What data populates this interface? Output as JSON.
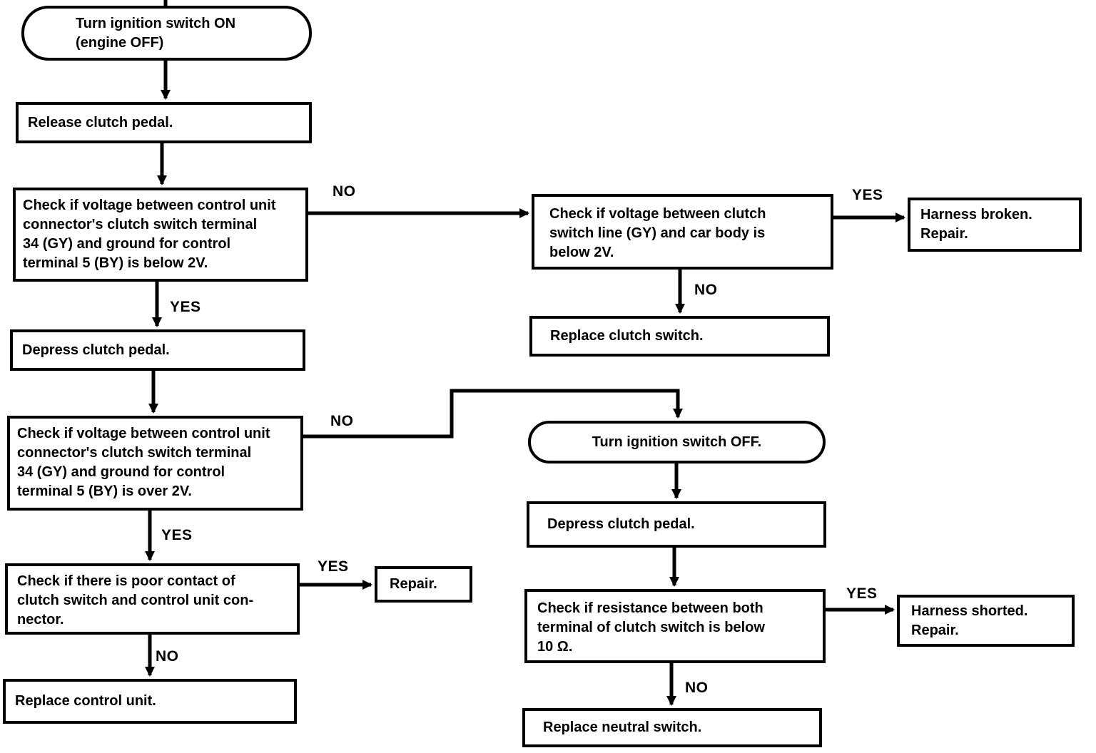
{
  "labels": {
    "yes": "YES",
    "no": "NO"
  },
  "nodes": {
    "start": "Turn ignition switch ON\n(engine OFF)",
    "release_pedal": "Release clutch pedal.",
    "check_voltage_below": "Check if voltage between control unit\nconnector's clutch switch terminal\n34 (GY) and ground for control\nterminal 5 (BY) is below 2V.",
    "depress_pedal_left": "Depress clutch pedal.",
    "check_voltage_over": "Check if voltage between control unit\nconnector's clutch switch terminal\n34 (GY) and ground for control\nterminal 5 (BY) is over 2V.",
    "check_poor_contact": "Check if there is poor contact of\nclutch switch and control unit con-\nnector.",
    "repair": "Repair.",
    "replace_control_unit": "Replace control unit.",
    "check_clutch_line": "Check if voltage between clutch\nswitch line (GY) and car body is\nbelow 2V.",
    "harness_broken": "Harness broken.\nRepair.",
    "replace_clutch_switch": "Replace clutch switch.",
    "ignition_off": "Turn ignition switch OFF.",
    "depress_pedal_right": "Depress clutch pedal.",
    "check_resistance": "Check if resistance between both\nterminal of clutch switch is below\n10 Ω.",
    "harness_shorted": "Harness shorted.\nRepair.",
    "replace_neutral_switch": "Replace neutral switch."
  },
  "colors": {
    "line": "#000000",
    "background": "#ffffff"
  }
}
